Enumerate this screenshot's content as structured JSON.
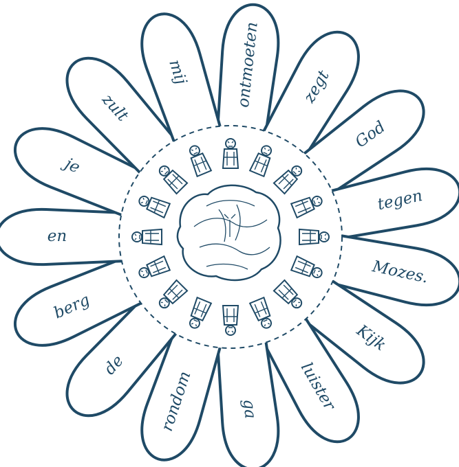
{
  "puzzle": {
    "petal_words": [
      "ontmoeten",
      "zegt",
      "God",
      "tegen",
      "Mozes.",
      "Kijk",
      "luister",
      "ga",
      "rondom",
      "de",
      "berg",
      "en",
      "je",
      "zult",
      "mij"
    ],
    "center_icon": "mountain-with-people-icon",
    "colors": {
      "ink": "#1f4a66",
      "background": "#ffffff"
    }
  }
}
